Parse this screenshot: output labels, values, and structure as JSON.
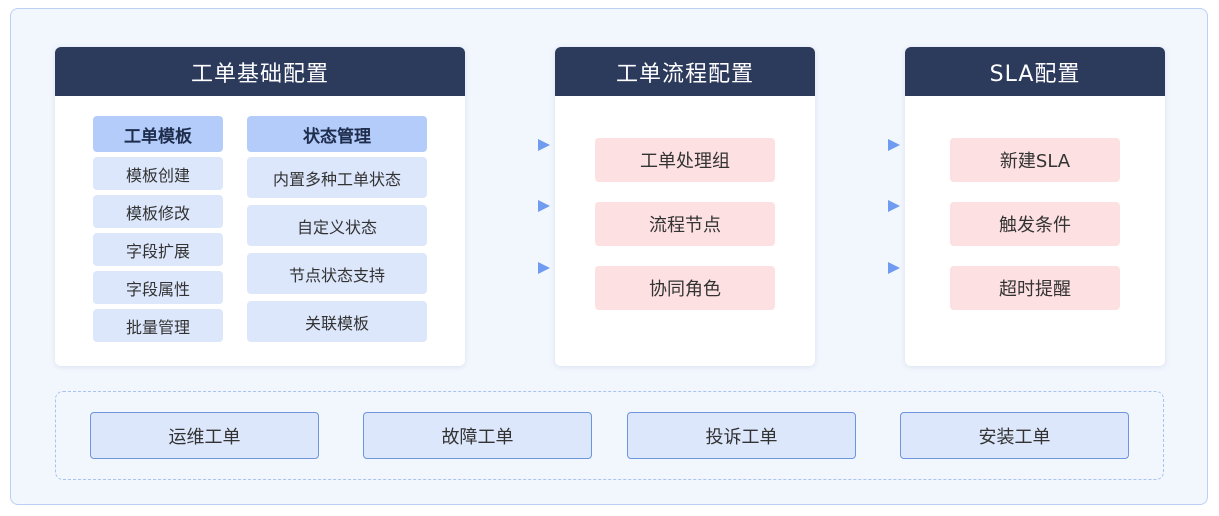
{
  "basic": {
    "title": "工单基础配置",
    "col1": {
      "header": "工单模板",
      "items": [
        "模板创建",
        "模板修改",
        "字段扩展",
        "字段属性",
        "批量管理"
      ]
    },
    "col2": {
      "header": "状态管理",
      "items": [
        "内置多种工单状态",
        "自定义状态",
        "节点状态支持",
        "关联模板"
      ]
    }
  },
  "flow": {
    "title": "工单流程配置",
    "items": [
      "工单处理组",
      "流程节点",
      "协同角色"
    ]
  },
  "sla": {
    "title": "SLA配置",
    "items": [
      "新建SLA",
      "触发条件",
      "超时提醒"
    ]
  },
  "types": [
    "运维工单",
    "故障工单",
    "投诉工单",
    "安装工单"
  ],
  "colors": {
    "header": "#2c3a5c",
    "accent_blue": "#b4ccfa",
    "light_blue": "#dce7fb",
    "pink": "#fde0e1",
    "arrow": "#8fb3f5"
  }
}
